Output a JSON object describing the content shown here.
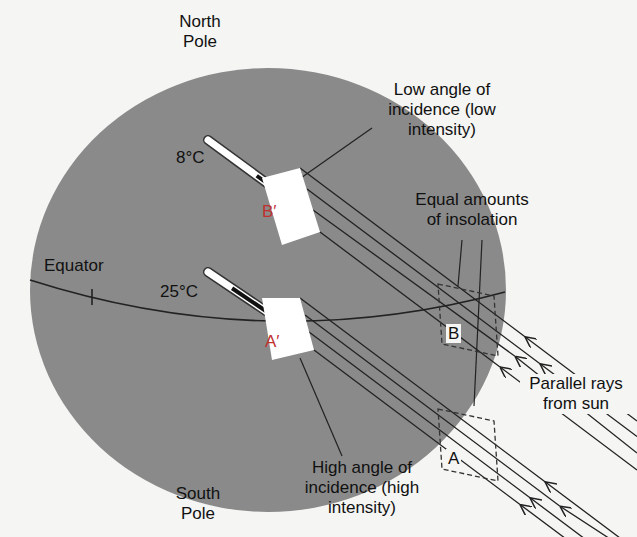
{
  "diagram": {
    "nodes": [
      {
        "text": [
          "B′"
        ]
      },
      {
        "text": [
          "A′"
        ]
      },
      {
        "text": [
          "B"
        ]
      },
      {
        "text": [
          "A"
        ]
      }
    ],
    "labels": [
      "North Pole",
      "8°C",
      "Low angle of incidence (low intensity)",
      "Equal amounts of insolation",
      "Equator",
      "25°C",
      "Parallel rays from sun",
      "South Pole",
      "High angle of incidence (high intensity)"
    ]
  }
}
